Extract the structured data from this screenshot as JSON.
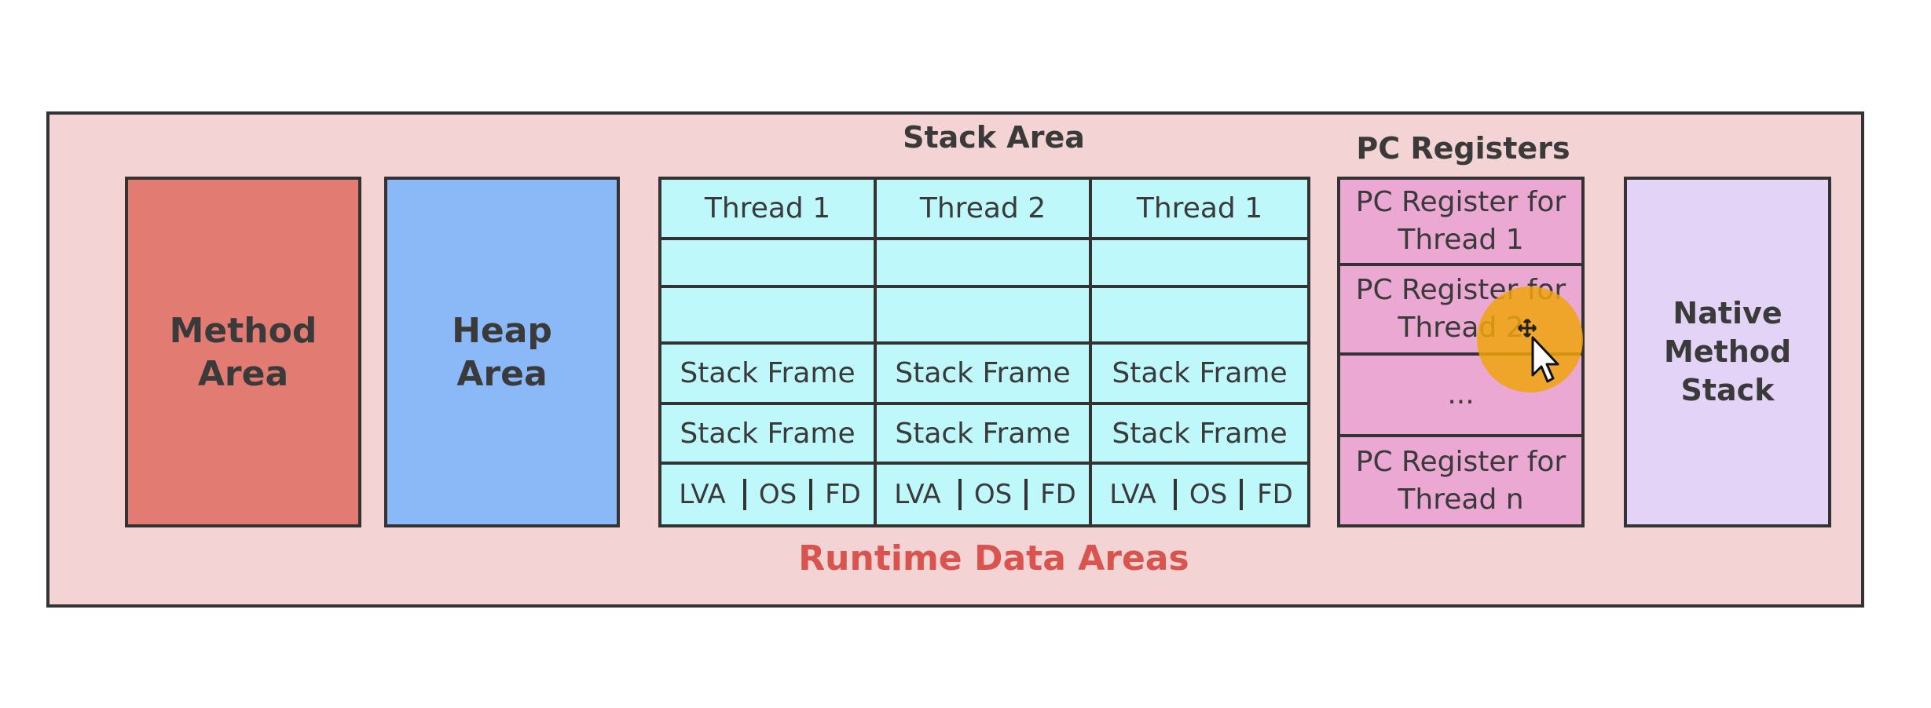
{
  "diagram": {
    "title": "Runtime Data Areas",
    "method_area": "Method\nArea",
    "heap_area": "Heap\nArea",
    "stack_area": {
      "title": "Stack Area",
      "threads": [
        "Thread 1",
        "Thread 2",
        "Thread 1"
      ],
      "frame_label": "Stack Frame",
      "frame_parts": [
        "LVA",
        "OS",
        "FD"
      ]
    },
    "pc_registers": {
      "title": "PC Registers",
      "items": [
        "PC Register for Thread 1",
        "PC Register for Thread 2",
        "...",
        "PC Register for Thread n"
      ]
    },
    "native_method_stack": "Native\nMethod\nStack"
  },
  "colors": {
    "outer_bg": "#f3d3d3",
    "method_area": "#e27b72",
    "heap_area": "#8bb8f7",
    "stack_area": "#bff8fb",
    "pc_registers": "#eaa8d3",
    "native_method_stack": "#e3d3f6",
    "title_red": "#d9534f",
    "cursor_highlight": "#eea40a"
  },
  "icons": [
    "move-cursor-icon",
    "pointer-cursor-icon"
  ]
}
